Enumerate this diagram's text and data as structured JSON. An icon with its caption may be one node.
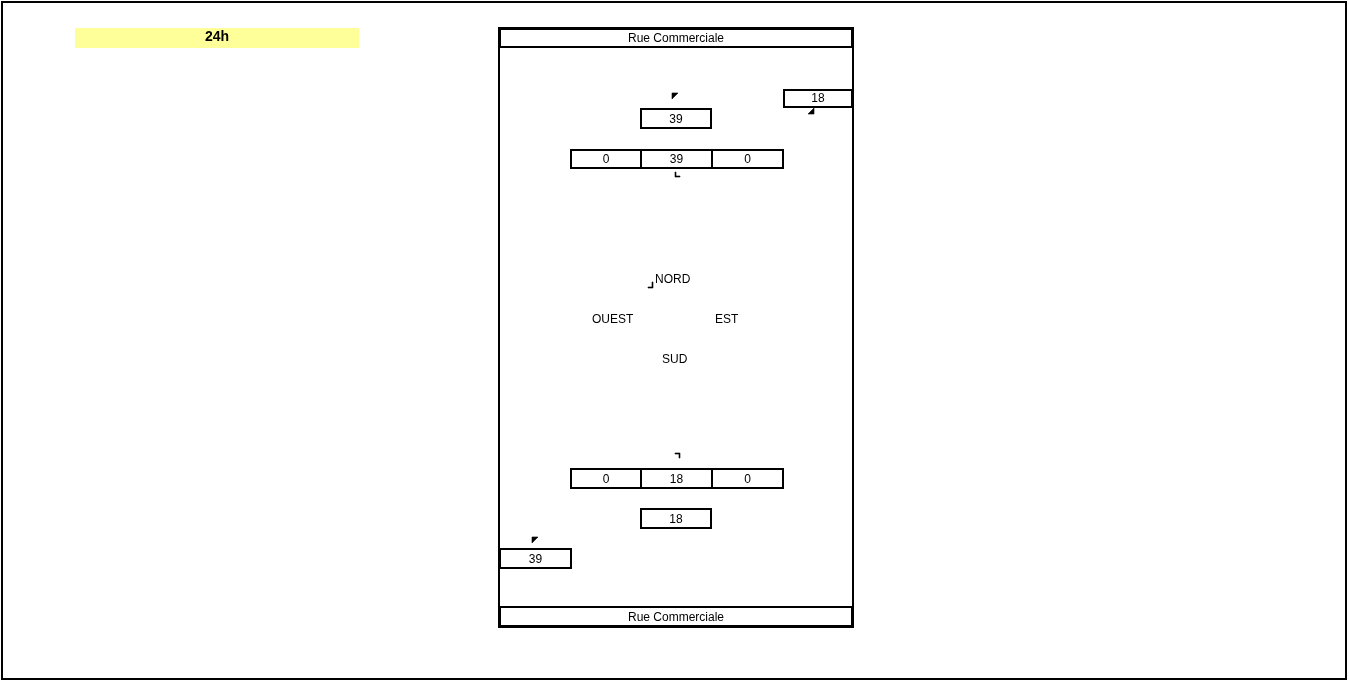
{
  "diagram": {
    "nodes": [
      {
        "text": [
          "Rue Commerciale"
        ]
      },
      {
        "text": [
          "18"
        ]
      },
      {
        "text": [
          "39"
        ]
      },
      {
        "text": [
          "0"
        ]
      },
      {
        "text": [
          "39"
        ]
      },
      {
        "text": [
          "0"
        ]
      },
      {
        "text": [
          "0"
        ]
      },
      {
        "text": [
          "18"
        ]
      },
      {
        "text": [
          "0"
        ]
      },
      {
        "text": [
          "18"
        ]
      },
      {
        "text": [
          "39"
        ]
      },
      {
        "text": [
          "Rue Commerciale"
        ]
      }
    ],
    "edges": [],
    "labels": [
      "24h",
      "NORD",
      "OUEST",
      "EST",
      "SUD"
    ]
  }
}
